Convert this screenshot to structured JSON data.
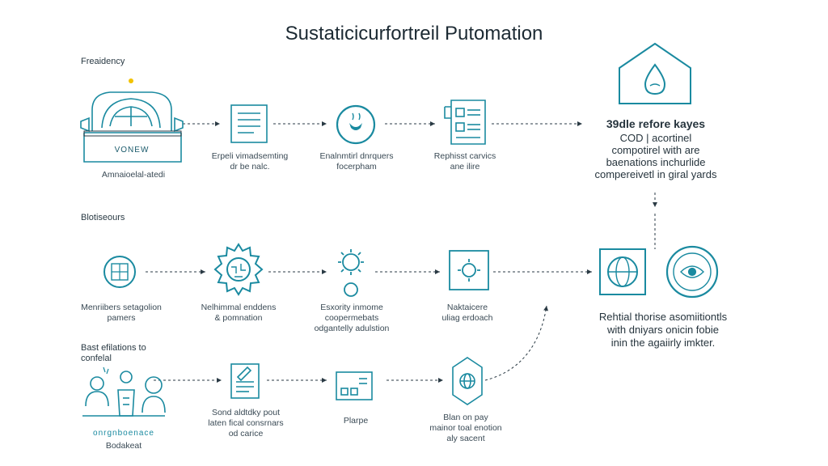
{
  "title": "Sustaticicurfortreil Putomation",
  "sections": {
    "s1": "Freaidency",
    "s2": "Blotiseours",
    "s3_line1": "Bast efilations to",
    "s3_line2": "confelal"
  },
  "row1": {
    "n1_badge": "VONEW",
    "n1_caption": "Amnaioelal-atedi",
    "n2_caption_1": "Erpeli vimadsemting",
    "n2_caption_2": "dr be nalc.",
    "n3_caption_1": "Enalnmtirl dnrquers",
    "n3_caption_2": "focerpham",
    "n4_caption_1": "Rephisst carvics",
    "n4_caption_2": "ane ilire"
  },
  "right_top": {
    "heading": "39dle refore kayes",
    "line1": "COD | acortinel",
    "line2": "compotirel with are",
    "line3": "baenations inchurlide",
    "line4": "compereivetl in giral yards"
  },
  "row2": {
    "n1_caption_1": "Menriibers setagolion",
    "n1_caption_2": "pamers",
    "n2_caption_1": "Nelhimmal enddens",
    "n2_caption_2": "& pomnation",
    "n3_caption_1": "Esxority inmome",
    "n3_caption_2": "coopermebats",
    "n3_caption_3": "odgantelly adulstion",
    "n4_caption_1": "Naktaicere",
    "n4_caption_2": "uliag erdoach"
  },
  "right_mid": {
    "line1": "Rehtial thorise asomiitiontls",
    "line2": "with dniyars onicin fobie",
    "line3": "inin the agaiirly imkter."
  },
  "row3": {
    "n1_caption_1": "onrgnboenace",
    "n1_caption_2": "Bodakeat",
    "n2_caption_1": "Sond aldtdky pout",
    "n2_caption_2": "laten fical consrnars",
    "n2_caption_3": "od carice",
    "n3_caption": "Plarpe",
    "n4_caption_1": "Blan on pay",
    "n4_caption_2": "mainor toal enotion",
    "n4_caption_3": "aly sacent"
  },
  "colors": {
    "accent": "#1a8aa0",
    "dark": "#2a3a44",
    "highlight": "#f2c200"
  }
}
